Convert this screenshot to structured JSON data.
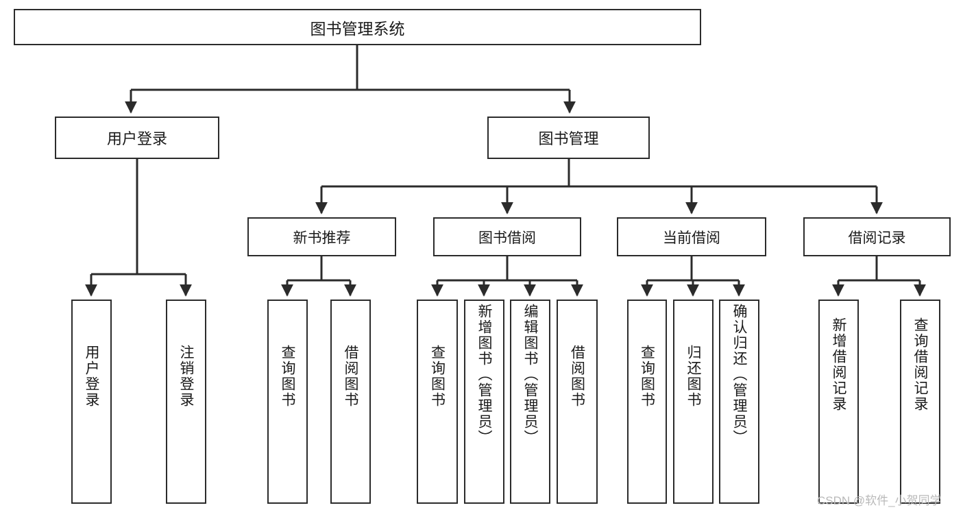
{
  "diagram": {
    "type": "tree-hierarchy",
    "root": {
      "id": "root",
      "label": "图书管理系统"
    },
    "level1": [
      {
        "id": "user-login",
        "label": "用户登录"
      },
      {
        "id": "book-management",
        "label": "图书管理"
      }
    ],
    "level2": [
      {
        "id": "new-book-recommend",
        "label": "新书推荐",
        "parent": "book-management"
      },
      {
        "id": "book-borrow",
        "label": "图书借阅",
        "parent": "book-management"
      },
      {
        "id": "current-borrow",
        "label": "当前借阅",
        "parent": "book-management"
      },
      {
        "id": "borrow-record",
        "label": "借阅记录",
        "parent": "book-management"
      }
    ],
    "leaves": [
      {
        "id": "leaf-user-login",
        "label": "用户登录",
        "parent": "user-login"
      },
      {
        "id": "leaf-logout-login",
        "label": "注销登录",
        "parent": "user-login"
      },
      {
        "id": "leaf-query-book-1",
        "label": "查询图书",
        "parent": "new-book-recommend"
      },
      {
        "id": "leaf-borrow-book-1",
        "label": "借阅图书",
        "parent": "new-book-recommend"
      },
      {
        "id": "leaf-query-book-2",
        "label": "查询图书",
        "parent": "book-borrow"
      },
      {
        "id": "leaf-add-book",
        "label": "新增图书（管理员）",
        "parent": "book-borrow"
      },
      {
        "id": "leaf-edit-book",
        "label": "编辑图书（管理员）",
        "parent": "book-borrow"
      },
      {
        "id": "leaf-borrow-book-2",
        "label": "借阅图书",
        "parent": "book-borrow"
      },
      {
        "id": "leaf-query-book-3",
        "label": "查询图书",
        "parent": "current-borrow"
      },
      {
        "id": "leaf-return-book",
        "label": "归还图书",
        "parent": "current-borrow"
      },
      {
        "id": "leaf-confirm-return",
        "label": "确认归还（管理员）",
        "parent": "current-borrow"
      },
      {
        "id": "leaf-add-record",
        "label": "新增借阅记录",
        "parent": "borrow-record"
      },
      {
        "id": "leaf-query-record",
        "label": "查询借阅记录",
        "parent": "borrow-record"
      }
    ]
  },
  "watermark": {
    "text": "CSDN @软件_小贺同学"
  },
  "colors": {
    "stroke": "#2b2b2b",
    "background": "#ffffff",
    "text": "#1a1a1a",
    "watermark": "#b9b9b9"
  }
}
